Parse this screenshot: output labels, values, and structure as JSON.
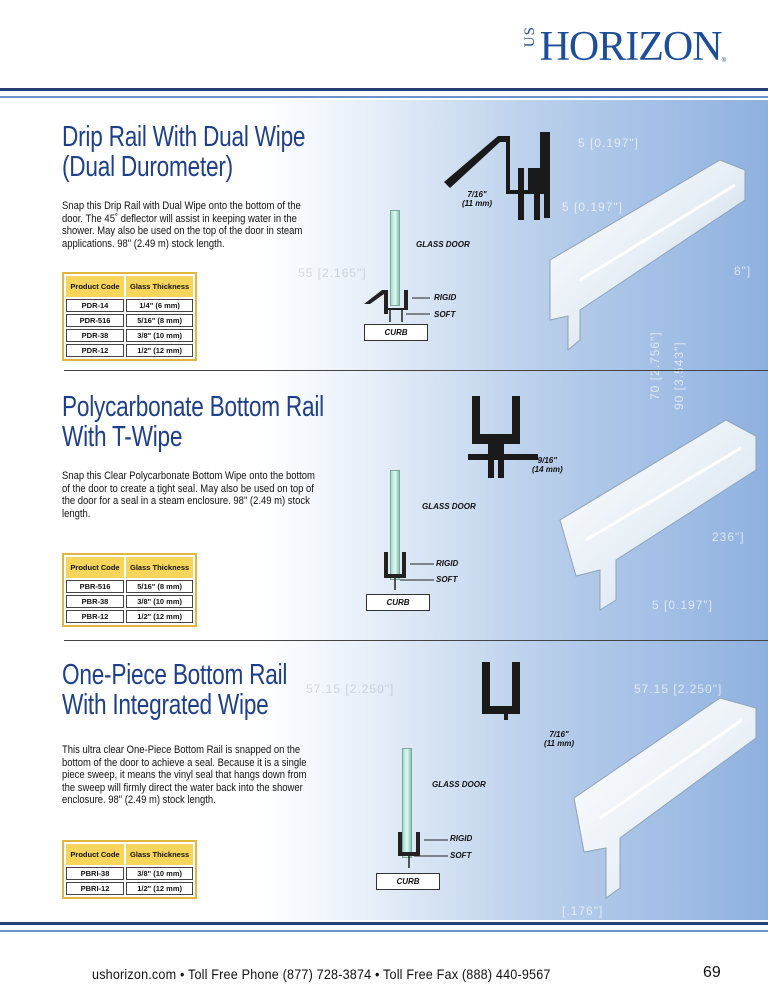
{
  "brand": {
    "us": "US",
    "name": "HORIZON",
    "mark": "®"
  },
  "sections": [
    {
      "title_line1": "Drip Rail With Dual Wipe",
      "title_line2": "(Dual Durometer)",
      "description": "Snap this Drip Rail with Dual Wipe onto the bottom of the door.  The 45˚ deflector will assist in keeping water in the shower. May also be used on the top of the door in steam applications. 98\" (2.49 m) stock length.",
      "table_headers": [
        "Product Code",
        "Glass Thickness"
      ],
      "rows": [
        [
          "PDR-14",
          "1/4\" (6 mm)"
        ],
        [
          "PDR-516",
          "5/16\" (8 mm)"
        ],
        [
          "PDR-38",
          "3/8\" (10 mm)"
        ],
        [
          "PDR-12",
          "1/2\" (12 mm)"
        ]
      ],
      "dimension_line1": "7/16\"",
      "dimension_line2": "(11 mm)",
      "label_glass": "GLASS DOOR",
      "label_rigid": "RIGID",
      "label_soft": "SOFT",
      "label_curb": "CURB"
    },
    {
      "title_line1": "Polycarbonate Bottom Rail",
      "title_line2": "With T-Wipe",
      "description": "Snap this Clear Polycarbonate Bottom Wipe onto the bottom of the door to create a tight seal. May also be used on top of the door for a seal in a steam enclosure.  98\" (2.49 m) stock length.",
      "table_headers": [
        "Product Code",
        "Glass Thickness"
      ],
      "rows": [
        [
          "PBR-516",
          "5/16\" (8 mm)"
        ],
        [
          "PBR-38",
          "3/8\" (10 mm)"
        ],
        [
          "PBR-12",
          "1/2\" (12 mm)"
        ]
      ],
      "dimension_line1": "9/16\"",
      "dimension_line2": "(14 mm)",
      "label_glass": "GLASS DOOR",
      "label_rigid": "RIGID",
      "label_soft": "SOFT",
      "label_curb": "CURB"
    },
    {
      "title_line1": "One-Piece Bottom Rail",
      "title_line2": "With Integrated Wipe",
      "description": "This ultra clear One-Piece Bottom Rail is snapped on the bottom of the door to achieve a seal.  Because it is a single piece sweep, it means the vinyl seal that hangs down from the sweep will firmly direct the water back into the shower enclosure. 98\" (2.49 m) stock length.",
      "table_headers": [
        "Product Code",
        "Glass Thickness"
      ],
      "rows": [
        [
          "PBRI-38",
          "3/8\" (10 mm)"
        ],
        [
          "PBRI-12",
          "1/2\" (12 mm)"
        ]
      ],
      "dimension_line1": "7/16\"",
      "dimension_line2": "(11 mm)",
      "label_glass": "GLASS DOOR",
      "label_rigid": "RIGID",
      "label_soft": "SOFT",
      "label_curb": "CURB"
    }
  ],
  "background_text": [
    "5 [0.197\"]",
    "5 [0.197\"]",
    "55 [2.165\"]",
    "8\"]",
    "70 [2.756\"]",
    "90 [3.543\"]",
    "236\"]",
    "5 [0.197\"]",
    "57.15 [2.250\"]",
    "57.15 [2.250\"]",
    "[.176\"]"
  ],
  "footer": {
    "text": "ushorizon.com • Toll Free Phone (877) 728-3874 • Toll Free Fax (888) 440-9567",
    "page": "69"
  },
  "colors": {
    "brand_blue": "#1e3f8a",
    "table_header": "#f7d45a",
    "glass": "#9fdccc"
  }
}
